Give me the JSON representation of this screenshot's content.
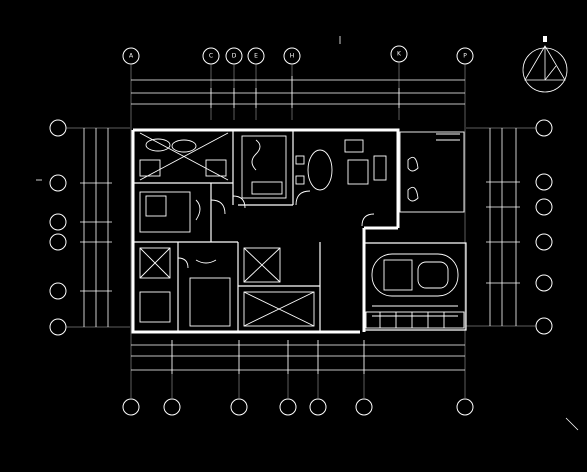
{
  "title": "",
  "grid_bubbles": {
    "top": [
      "A",
      "C",
      "D",
      "E",
      "H",
      "K",
      "P"
    ],
    "bottom": [
      "",
      "",
      "",
      "",
      "",
      "",
      ""
    ],
    "left": [
      "",
      "",
      "",
      "",
      "",
      ""
    ],
    "right": [
      "",
      "",
      "",
      "",
      "",
      "",
      ""
    ]
  },
  "north_arrow": "north-arrow",
  "colors": {
    "background": "#000000",
    "lines": "#ffffff"
  }
}
